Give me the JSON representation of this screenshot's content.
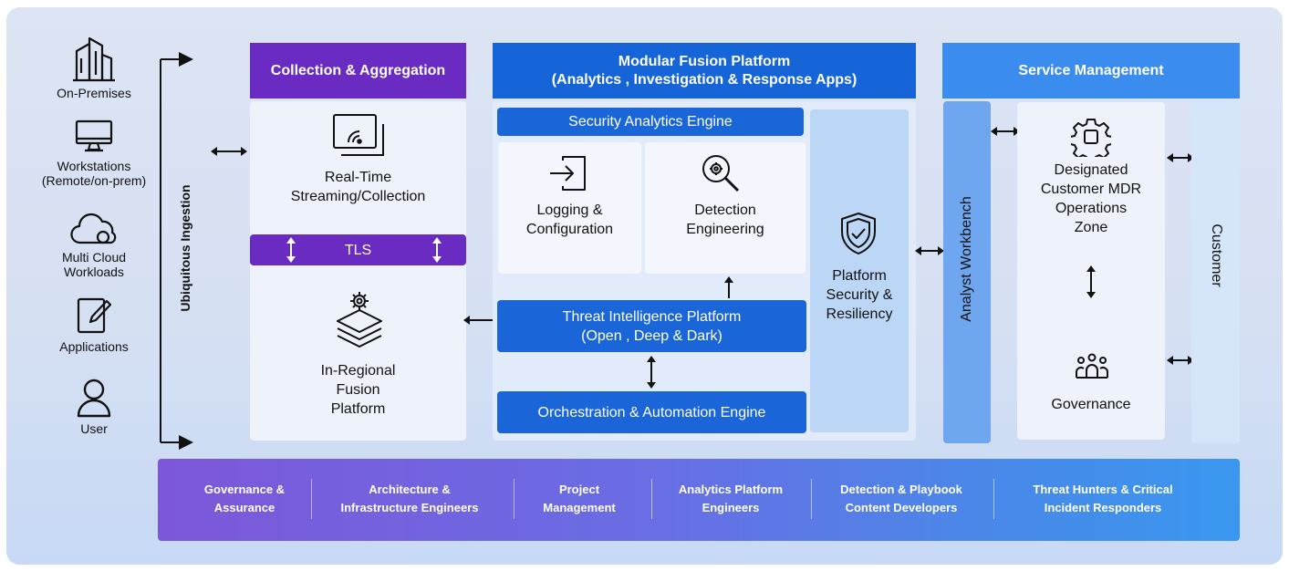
{
  "sources": [
    {
      "label": "On-Premises",
      "icon": "building-icon"
    },
    {
      "label": "Workstations\n(Remote/on-prem)",
      "icon": "monitor-icon"
    },
    {
      "label": "Multi Cloud\nWorkloads",
      "icon": "cloud-icon"
    },
    {
      "label": "Applications",
      "icon": "document-edit-icon"
    },
    {
      "label": "User",
      "icon": "user-icon"
    }
  ],
  "ingestion_label": "Ubiquitous Ingestion",
  "collection": {
    "header": "Collection & Aggregation",
    "streaming": "Real-Time\nStreaming/Collection",
    "tls": "TLS",
    "fusion": "In-Regional\nFusion\nPlatform"
  },
  "modular": {
    "header": "Modular Fusion Platform\n(Analytics , Investigation & Response Apps)",
    "analytics_engine": "Security Analytics Engine",
    "logging": "Logging &\nConfiguration",
    "detection": "Detection\nEngineering",
    "threat_intel": "Threat Intelligence Platform\n(Open , Deep & Dark)",
    "orchestration": "Orchestration & Automation Engine",
    "platform_security": "Platform\nSecurity &\nResiliency"
  },
  "service": {
    "header": "Service Management",
    "workbench": "Analyst Workbench",
    "mdr_zone": "Designated\nCustomer MDR\nOperations\nZone",
    "governance": "Governance",
    "customer": "Customer"
  },
  "roles": [
    "Governance &\nAssurance",
    "Architecture &\nInfrastructure Engineers",
    "Project\nManagement",
    "Analytics Platform\nEngineers",
    "Detection & Playbook\nContent Developers",
    "Threat Hunters & Critical\nIncident Responders"
  ],
  "colors": {
    "purple_header": "#6a2bc2",
    "blue_header": "#1565d8",
    "service_header": "#3b8cef",
    "dark_blue_bar": "#1a66d8",
    "light_tile": "#eef2fb",
    "light_blue_tile": "#bcd6f6"
  }
}
